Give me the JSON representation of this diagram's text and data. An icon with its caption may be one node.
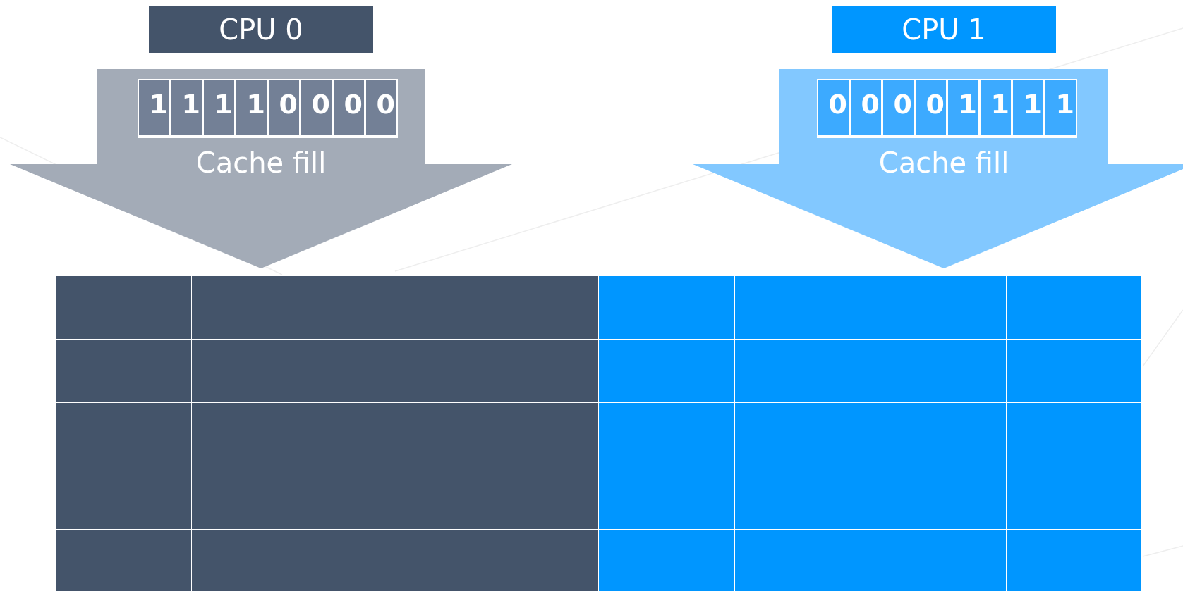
{
  "diagram": {
    "nodes": [
      {
        "text": [
          "CPU 0"
        ]
      },
      {
        "text": [
          "Cache fill"
        ]
      },
      {
        "text": [
          "1"
        ],
        "in": 1
      },
      {
        "text": [
          "1"
        ],
        "in": 1
      },
      {
        "text": [
          "1"
        ],
        "in": 1
      },
      {
        "text": [
          "1"
        ],
        "in": 1
      },
      {
        "text": [
          "0"
        ],
        "in": 1
      },
      {
        "text": [
          "0"
        ],
        "in": 1
      },
      {
        "text": [
          "0"
        ],
        "in": 1
      },
      {
        "text": [
          "0"
        ],
        "in": 1
      },
      {
        "text": [
          "CPU 1"
        ]
      },
      {
        "text": [
          "Cache fill"
        ]
      },
      {
        "text": [
          "0"
        ],
        "in": 11
      },
      {
        "text": [
          "0"
        ],
        "in": 11
      },
      {
        "text": [
          "0"
        ],
        "in": 11
      },
      {
        "text": [
          "0"
        ],
        "in": 11
      },
      {
        "text": [
          "1"
        ],
        "in": 11
      },
      {
        "text": [
          "1"
        ],
        "in": 11
      },
      {
        "text": [
          "1"
        ],
        "in": 11
      },
      {
        "text": [
          "1"
        ],
        "in": 11
      },
      {
        "text": [],
        "shape": "box"
      }
    ]
  }
}
